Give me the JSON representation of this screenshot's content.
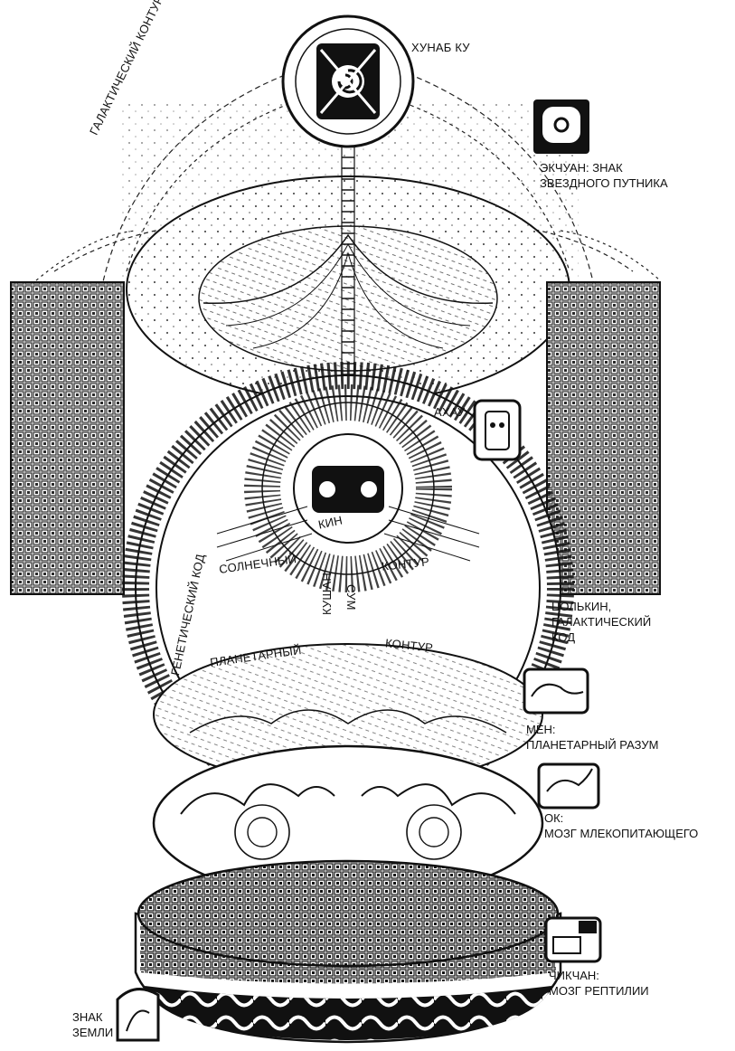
{
  "labels": {
    "hunab_ku": "ХУНАБ КУ",
    "galactic_contour": "ГАЛАКТИЧЕСКИЙ КОНТУР",
    "ekchuan_line1": "ЭКЧУАН: ЗНАК",
    "ekchuan_line2": "ЗВЕЗДНОГО ПУТНИКА",
    "ahau": "АХАУ",
    "kin": "КИН",
    "solar": "СОЛНЕЧНЫЙ",
    "contour_1": "КОНТУР",
    "kushan": "КУШАН",
    "sum": "СУМ",
    "genetic_code": "ГЕНЕТИЧЕСКИЙ КОД",
    "planetary": "ПЛАНЕТАРНЫЙ",
    "contour_2": "КОНТУР",
    "tzolkin_line1": "ЦОЛЬКИН,",
    "tzolkin_line2": "ГАЛАКТИЧЕСКИЙ",
    "tzolkin_line3": "КОД",
    "men_line1": "МЕН:",
    "men_line2": "ПЛАНЕТАРНЫЙ РАЗУМ",
    "ok_line1": "ОК:",
    "ok_line2": "МОЗГ МЛЕКОПИТАЮЩЕГО",
    "chikchan_line1": "ЧИКЧАН:",
    "chikchan_line2": "МОЗГ РЕПТИЛИИ",
    "earth_line1": "ЗНАК",
    "earth_line2": "ЗЕМЛИ"
  },
  "colors": {
    "ink": "#111111",
    "paper": "#ffffff"
  },
  "icons": [
    "hunab-ku-glyph",
    "ekchuan-glyph",
    "ahau-glyph",
    "kin-glyph",
    "men-glyph",
    "ok-glyph",
    "chikchan-glyph",
    "earth-glyph"
  ]
}
